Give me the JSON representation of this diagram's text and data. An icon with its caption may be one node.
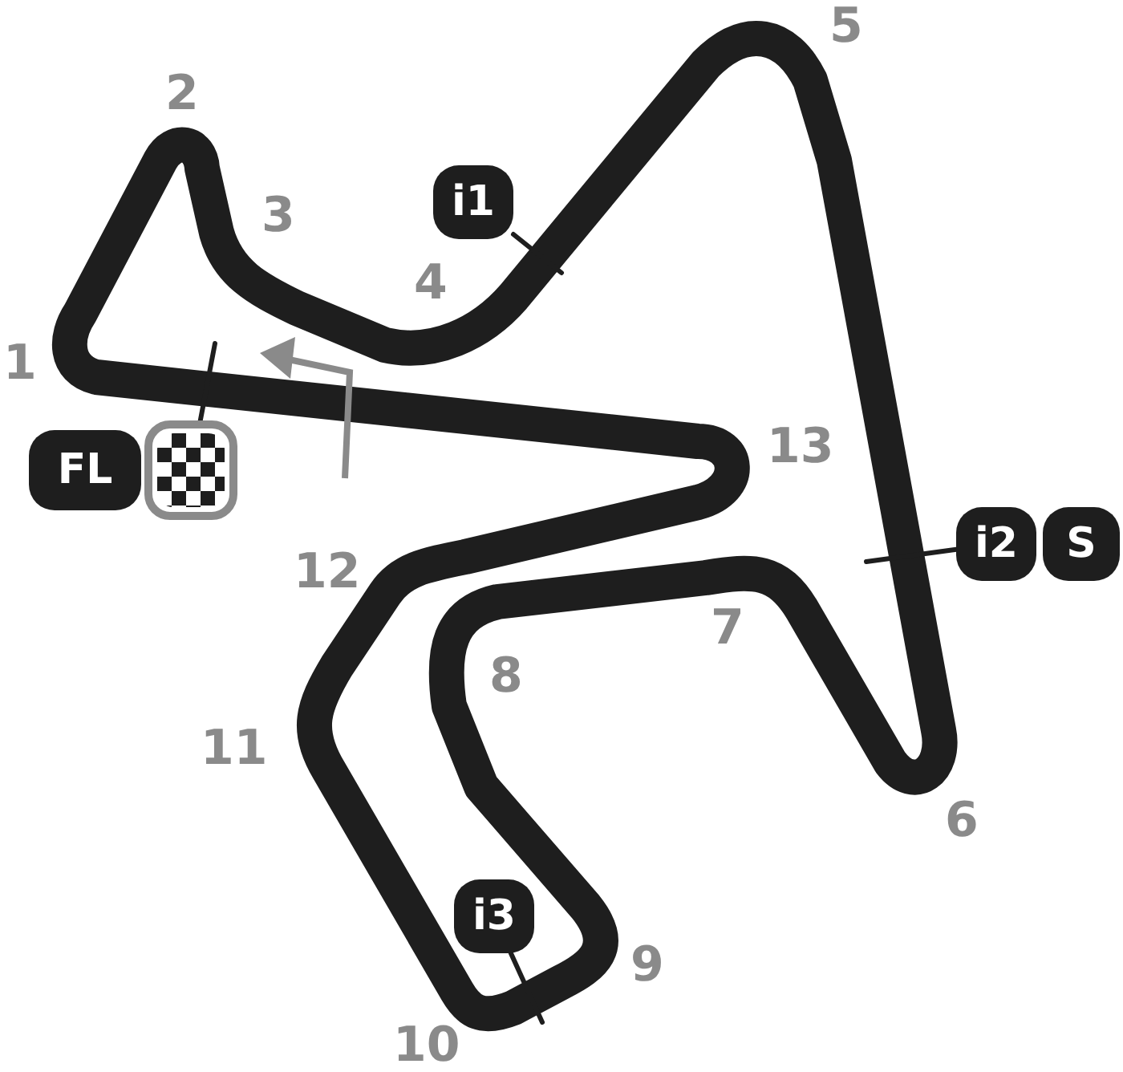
{
  "diagram": {
    "nodes": [
      {
        "text": [
          "i1"
        ]
      },
      {
        "text": [
          "i2"
        ]
      },
      {
        "text": [
          "S"
        ]
      },
      {
        "text": [
          "FL"
        ]
      },
      {
        "text": [],
        "shape": "picture"
      },
      {
        "text": [
          "i3"
        ]
      }
    ],
    "edges": [
      {
        "from": 0,
        "to": null,
        "arrow": "none"
      },
      {
        "from": 1,
        "to": null,
        "arrow": "none"
      },
      {
        "from": 4,
        "to": null,
        "arrow": "none"
      },
      {
        "from": 5,
        "to": null,
        "arrow": "none"
      }
    ],
    "labels": [
      "1",
      "2",
      "3",
      "4",
      "5",
      "6",
      "7",
      "8",
      "9",
      "10",
      "11",
      "12",
      "13"
    ]
  }
}
